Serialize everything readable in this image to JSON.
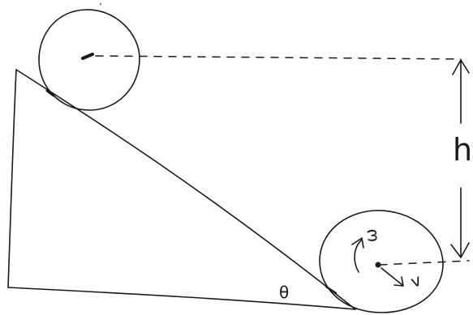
{
  "labels": {
    "height": "h",
    "angle": "θ",
    "angular_velocity": "ω",
    "velocity": "v"
  },
  "colors": {
    "ink": "#1a1a1a",
    "paper": "#ffffff"
  }
}
